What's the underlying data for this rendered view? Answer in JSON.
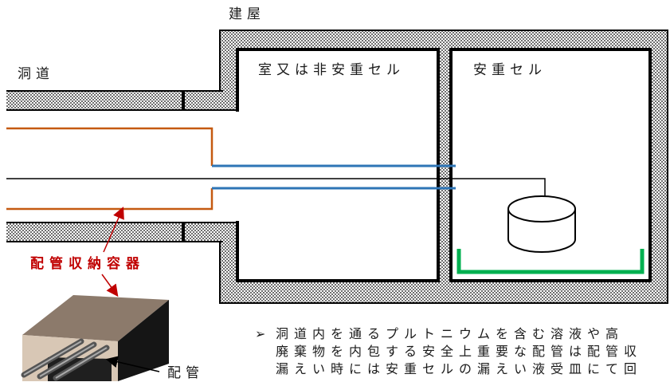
{
  "labels": {
    "building": "建屋",
    "tunnel": "洞道",
    "room": "室又は非安重セル",
    "safety_cell": "安重セル",
    "pipe_enclosure": "配管収納容器",
    "pipe": "配管"
  },
  "note": {
    "bullet": "➢",
    "lines": [
      "洞道内を通るプルトニウムを含む溶液や高",
      "廃棄物を内包する安全上重要な配管は配管収",
      "漏えい時には安重セルの漏えい液受皿にて回"
    ]
  },
  "colors": {
    "wall_hatch": "#b8b8b8",
    "wall_outline": "#000000",
    "enclosure": "#c55a11",
    "pipe_lines": "#2e75b6",
    "drip_tray": "#00b050",
    "callout_red": "#c00000",
    "box_top": "#7f7f7f",
    "box_front": "#d9c9b8"
  }
}
